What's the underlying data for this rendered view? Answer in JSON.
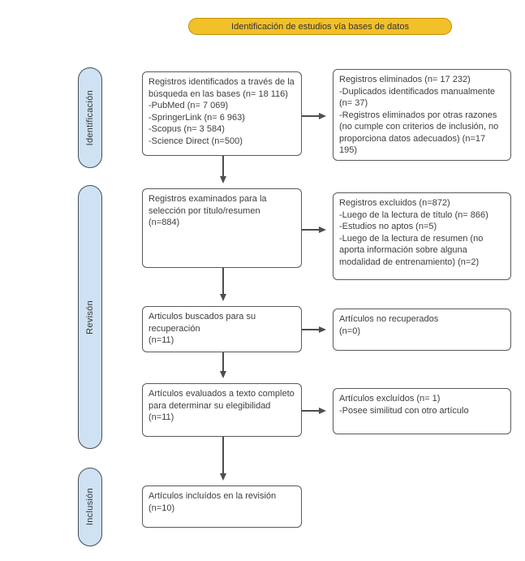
{
  "banner": {
    "label": "Identificación de estudios vía bases de datos"
  },
  "stages": [
    {
      "label": "Identificación"
    },
    {
      "label": "Revisón"
    },
    {
      "label": "Inclusión"
    }
  ],
  "boxes": [
    {
      "id": "records-identified",
      "text": "Registros identificados a través de la búsqueda en las bases (n= 18 116)\n-PubMed (n= 7 069)\n-SpringerLink (n= 6 963)\n-Scopus  (n= 3 584)\n-Science Direct (n=500)"
    },
    {
      "id": "records-removed",
      "text": "Registros eliminados (n= 17 232)\n-Duplicados identificados manualmente (n= 37)\n-Registros eliminados por otras razones (no cumple con criterios de inclusión, no proporciona datos adecuados) (n=17 195)"
    },
    {
      "id": "records-screened",
      "text": "Registros examinados para la selección por título/resumen\n(n=884)"
    },
    {
      "id": "records-excluded",
      "text": "Registros excluidos (n=872)\n-Luego de la lectura de título (n= 866)\n-Estudios no aptos (n=5)\n-Luego de la lectura de resumen (no aporta información sobre alguna modalidad de entrenamiento) (n=2)"
    },
    {
      "id": "articles-sought",
      "text": "Articulos buscados para su recuperación\n(n=11)"
    },
    {
      "id": "articles-not-retrieved",
      "text": "Artículos no recuperados\n(n=0)"
    },
    {
      "id": "articles-assessed",
      "text": "Artículos evaluados a texto completo para determinar su elegibilidad\n(n=11)"
    },
    {
      "id": "articles-excluded",
      "text": "Artículos excluídos (n= 1)\n-Posee similitud con otro artículo"
    },
    {
      "id": "articles-included",
      "text": "Artículos incluídos en la revisión\n(n=10)"
    }
  ],
  "colors": {
    "banner_fill": "#f2c029",
    "banner_border": "#bf9000",
    "stage_fill": "#cfe2f3",
    "stage_border": "#454c59",
    "box_border": "#595959",
    "arrow": "#4d4d4d",
    "text": "#3d3d3d"
  }
}
